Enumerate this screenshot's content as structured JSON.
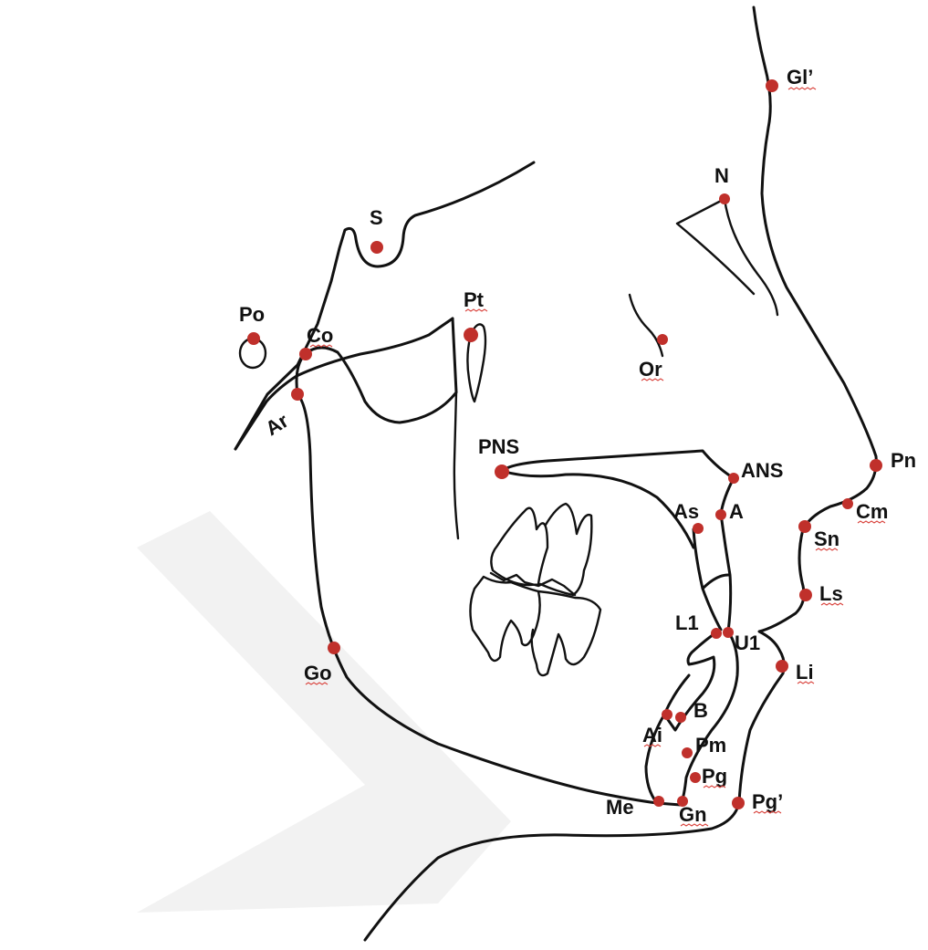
{
  "figure": {
    "point_color": "#c0302b",
    "line_color": "#111111",
    "label_underline_color": "#d9413b"
  },
  "landmarks": {
    "gl_soft": "Gl’",
    "n": "N",
    "s": "S",
    "po": "Po",
    "co": "Co",
    "pt": "Pt",
    "or": "Or",
    "ar": "Ar",
    "pns": "PNS",
    "ans": "ANS",
    "pn": "Pn",
    "as": "As",
    "a": "A",
    "cm": "Cm",
    "sn": "Sn",
    "ls": "Ls",
    "l1": "L1",
    "u1": "U1",
    "go": "Go",
    "li": "Li",
    "b": "B",
    "ai": "Ai",
    "pm": "Pm",
    "pg": "Pg",
    "me": "Me",
    "gn": "Gn",
    "pg_soft": "Pg’"
  }
}
